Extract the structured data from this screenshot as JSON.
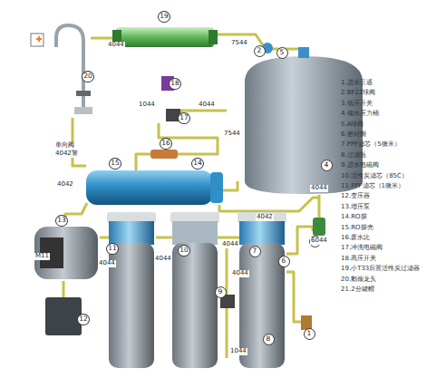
{
  "diagram": {
    "nodes": [
      {
        "text": [
          "19"
        ]
      },
      {
        "text": [
          "20"
        ]
      },
      {
        "text": [
          "2"
        ]
      },
      {
        "text": [
          "5"
        ]
      },
      {
        "text": [
          "18"
        ]
      },
      {
        "text": [
          "17"
        ]
      },
      {
        "text": [
          "16"
        ]
      },
      {
        "text": [
          "15"
        ]
      },
      {
        "text": [
          "14"
        ]
      },
      {
        "text": [
          "4"
        ]
      },
      {
        "text": [
          "13"
        ]
      },
      {
        "text": [
          "11"
        ]
      },
      {
        "text": [
          "10"
        ]
      },
      {
        "text": [
          "7"
        ]
      },
      {
        "text": [
          "6"
        ]
      },
      {
        "text": [
          "3"
        ]
      },
      {
        "text": [
          "9"
        ]
      },
      {
        "text": [
          "12"
        ]
      },
      {
        "text": [
          "1"
        ]
      },
      {
        "text": [
          "8"
        ]
      }
    ],
    "labels": [
      "4044",
      "7544",
      "1044",
      "4044",
      "7544",
      "单向阀",
      "4042管",
      "4042",
      "4042",
      "4044",
      "6044",
      "4044",
      "M11",
      "4044",
      "4044",
      "4044",
      "1044",
      "1.进水三通",
      "2.BF22球阀",
      "3.低压开关",
      "4.储水压力桶",
      "5.A球阀",
      "6.密封圈",
      "7.PPF滤芯（5微米）",
      "8.过滤瓶",
      "9.进水电磁阀",
      "10.活性炭滤芯（85C）",
      "11.PPF滤芯（1微米）",
      "12.变压器",
      "13.增压泵",
      "14.RO膜",
      "15.RO膜壳",
      "16.废水比",
      "17.冲洗电磁阀",
      "18.高压开关",
      "19.小T33后置活性炭过滤器",
      "20.鹅颈龙头",
      "21.2分罐帽"
    ]
  }
}
